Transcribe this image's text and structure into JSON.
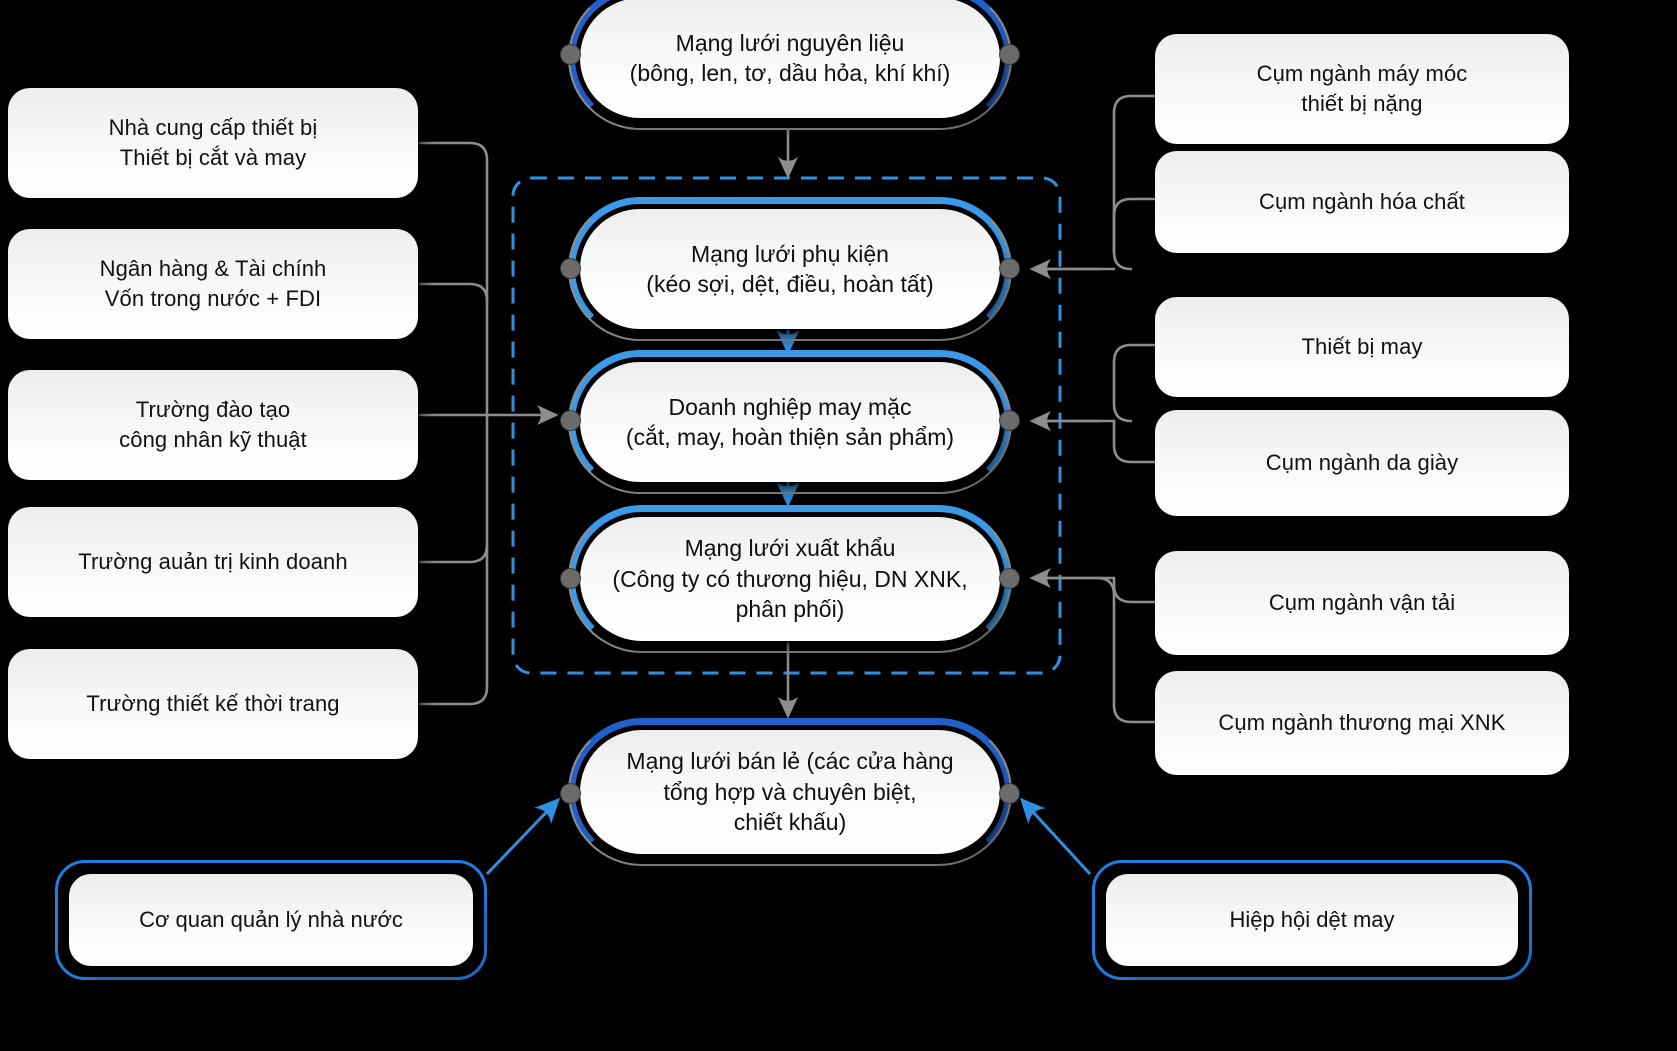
{
  "diagram": {
    "title": "Chuoi gia tri det may",
    "colors": {
      "ring_dark_blue": "#2160c8",
      "ring_light_blue": "#3a9ae7",
      "outline_blue": "#1f7fe0",
      "dashed_blue": "#2f8fe0",
      "connector_gray": "#8d8d8d",
      "node_dot": "#6b6b6b",
      "background": "#000000",
      "text": "#101214"
    }
  },
  "left_column": [
    {
      "label": "Nhà cung cấp thiết bị\nThiết bị cắt và may"
    },
    {
      "label": "Ngân hàng & Tài chính\nVốn trong nước + FDI"
    },
    {
      "label": "Trường đào tạo\ncông nhân kỹ thuật"
    },
    {
      "label": "Trường auản trị kinh doanh"
    },
    {
      "label": "Trường thiết kế thời trang"
    }
  ],
  "right_column": [
    {
      "label": "Cụm ngành máy móc\nthiết bị nặng"
    },
    {
      "label": "Cụm ngành hóa chất"
    },
    {
      "label": "Thiết bị may"
    },
    {
      "label": "Cụm ngành da giày"
    },
    {
      "label": "Cụm ngành vận tải"
    },
    {
      "label": "Cụm ngành thương mại XNK"
    }
  ],
  "center_chain": [
    {
      "label": "Mạng lưới nguyên liệu\n(bông, len, tơ, dầu hỏa, khí khí)",
      "ring": "dark"
    },
    {
      "label": "Mạng lưới phụ kiện\n(kéo sợi, dệt, điều, hoàn tất)",
      "ring": "light"
    },
    {
      "label": "Doanh nghiệp may mặc\n(cắt, may, hoàn thiện sản phẩm)",
      "ring": "light"
    },
    {
      "label": "Mạng lưới xuất khẩu\n(Công ty có thương hiệu, DN XNK,\nphân phối)",
      "ring": "light"
    },
    {
      "label": "Mạng lưới bán lẻ (các cửa hàng\ntổng hợp và chuyên biệt,\nchiết khấu)",
      "ring": "dark"
    }
  ],
  "bottom_support": [
    {
      "label": "Cơ quan quản lý nhà nước"
    },
    {
      "label": "Hiệp hội dệt may"
    }
  ]
}
